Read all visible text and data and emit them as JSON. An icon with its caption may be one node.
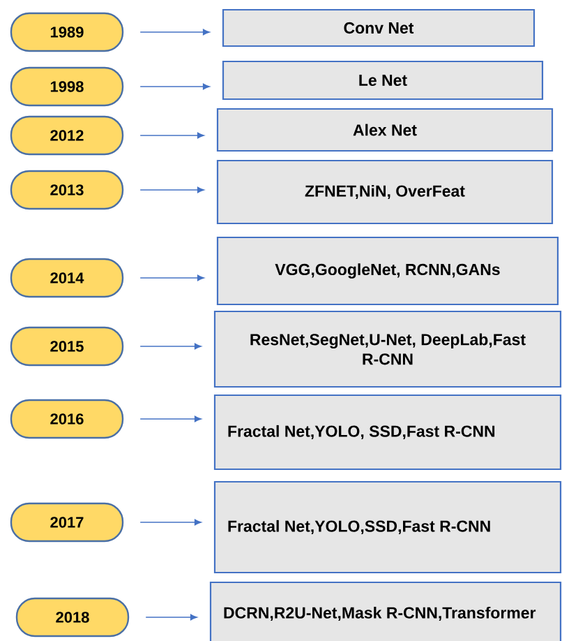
{
  "diagram": {
    "nodes": [
      {
        "text": [
          "1989"
        ]
      },
      {
        "text": [
          "Conv Net"
        ]
      },
      {
        "text": [
          "1998"
        ]
      },
      {
        "text": [
          "Le Net"
        ]
      },
      {
        "text": [
          "2012"
        ]
      },
      {
        "text": [
          "Alex Net"
        ]
      },
      {
        "text": [
          "2013"
        ]
      },
      {
        "text": [
          "ZFNET,NiN, OverFeat"
        ]
      },
      {
        "text": [
          "2014"
        ]
      },
      {
        "text": [
          "VGG,GoogleNet, RCNN,GANs"
        ]
      },
      {
        "text": [
          "2015"
        ]
      },
      {
        "text": [
          "ResNet,SegNet,U-Net, DeepLab,Fast R-CNN"
        ]
      },
      {
        "text": [
          "2016"
        ]
      },
      {
        "text": [
          "Fractal Net,YOLO, SSD,Fast R-CNN"
        ]
      },
      {
        "text": [
          "2017"
        ]
      },
      {
        "text": [
          "Fractal Net,YOLO,SSD,Fast R-CNN"
        ]
      },
      {
        "text": [
          "2018"
        ]
      },
      {
        "text": [
          "DCRN,R2U-Net,Mask R-CNN,Transformer"
        ]
      }
    ],
    "edges": [
      {
        "from": 0,
        "to": 1,
        "arrow": "to"
      },
      {
        "from": 2,
        "to": 3,
        "arrow": "to"
      },
      {
        "from": 4,
        "to": 5,
        "arrow": "to"
      },
      {
        "from": 6,
        "to": 7,
        "arrow": "to"
      },
      {
        "from": 8,
        "to": 9,
        "arrow": "to"
      },
      {
        "from": 10,
        "to": 11,
        "arrow": "to"
      },
      {
        "from": 12,
        "to": 13,
        "arrow": "to"
      },
      {
        "from": 14,
        "to": 15,
        "arrow": "to"
      },
      {
        "from": 16,
        "to": 17,
        "arrow": "to"
      }
    ]
  }
}
